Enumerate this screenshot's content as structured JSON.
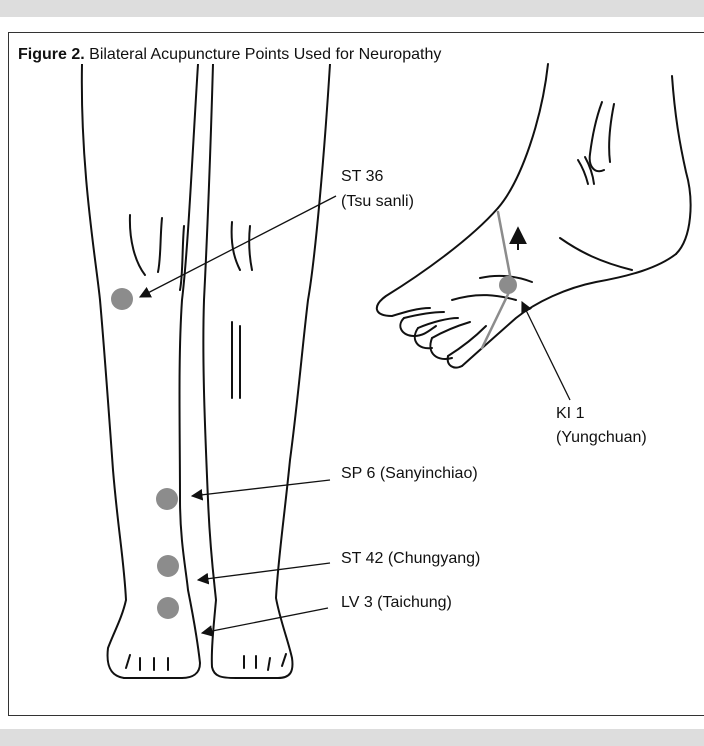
{
  "figure": {
    "label": "Figure 2.",
    "title": "Bilateral Acupuncture Points Used for Neuropathy"
  },
  "points": {
    "st36": {
      "line1": "ST 36",
      "line2": "(Tsu sanli)"
    },
    "ki1": {
      "line1": "KI 1",
      "line2": "(Yungchuan)"
    },
    "sp6": {
      "line1": "SP 6 (Sanyinchiao)"
    },
    "st42": {
      "line1": "ST 42 (Chungyang)"
    },
    "lv3": {
      "line1": "LV 3 (Taichung)"
    }
  },
  "colors": {
    "point_fill": "#8c8c8c",
    "bar": "#dddddd",
    "line": "#111111"
  }
}
